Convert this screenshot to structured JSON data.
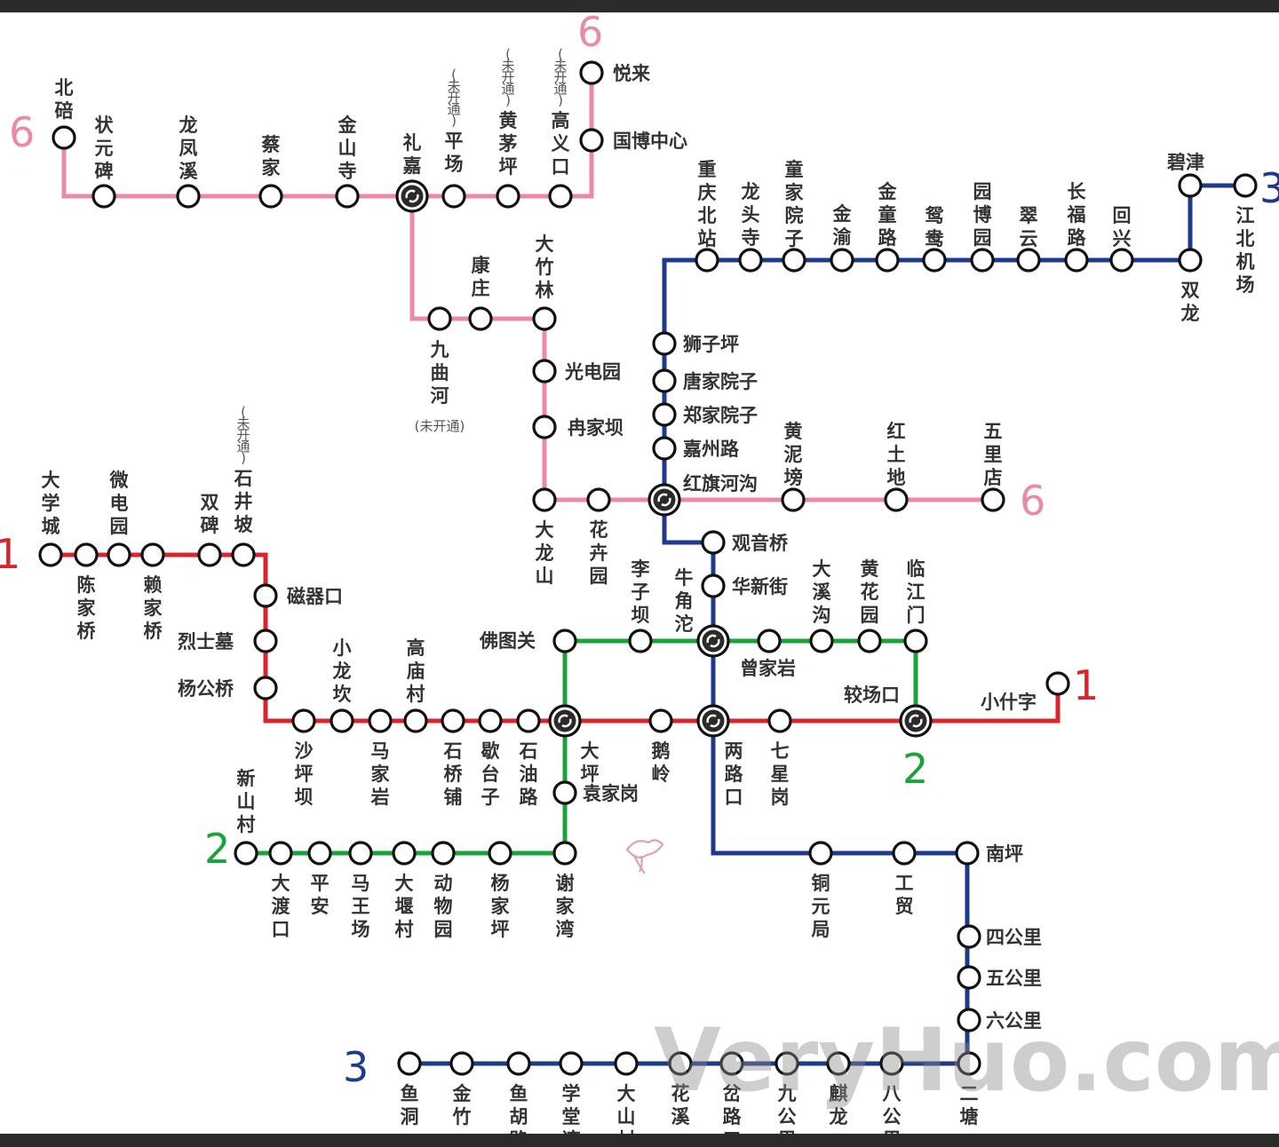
{
  "colors": {
    "line1": "#d9262d",
    "line2": "#1aa339",
    "line3": "#1e3a8c",
    "line6": "#ea8aa6"
  },
  "watermark": "VeryHuo.com",
  "logo_icon": "cloud-bird-icon",
  "line_badges": [
    {
      "id": "b6a",
      "text": "6",
      "line": "line6"
    },
    {
      "id": "b6b",
      "text": "6",
      "line": "line6"
    },
    {
      "id": "b6c",
      "text": "6",
      "line": "line6"
    },
    {
      "id": "b3a",
      "text": "3",
      "line": "line3"
    },
    {
      "id": "b3b",
      "text": "3",
      "line": "line3"
    },
    {
      "id": "b1a",
      "text": "1",
      "line": "line1"
    },
    {
      "id": "b1b",
      "text": "1",
      "line": "line1"
    },
    {
      "id": "b2a",
      "text": "2",
      "line": "line2"
    },
    {
      "id": "b2b",
      "text": "2",
      "line": "line2"
    }
  ],
  "notes": {
    "not_open": "(未开通)"
  },
  "stations": [
    {
      "id": "beibei",
      "name": "北碚"
    },
    {
      "id": "zhuangyuanbei",
      "name": "状元碑"
    },
    {
      "id": "longfengxi",
      "name": "龙凤溪"
    },
    {
      "id": "caijia",
      "name": "蔡家"
    },
    {
      "id": "jinshansi",
      "name": "金山寺"
    },
    {
      "id": "lijia",
      "name": "礼嘉"
    },
    {
      "id": "pingchang",
      "name": "平场",
      "note": "(未开通)"
    },
    {
      "id": "huangmaoping",
      "name": "黄茅坪",
      "note": "(未开通)"
    },
    {
      "id": "gaoyikou",
      "name": "高义口",
      "note": "(未开通)"
    },
    {
      "id": "guobozhongxin",
      "name": "国博中心"
    },
    {
      "id": "yuelai",
      "name": "悦来"
    },
    {
      "id": "jiuquhe",
      "name": "九曲河",
      "note": "(未开通)"
    },
    {
      "id": "kangzhuang",
      "name": "康庄"
    },
    {
      "id": "dazhulin",
      "name": "大竹林"
    },
    {
      "id": "guangdianyuan",
      "name": "光电园"
    },
    {
      "id": "ranjiaba",
      "name": "冉家坝"
    },
    {
      "id": "dalongshan",
      "name": "大龙山"
    },
    {
      "id": "huahuiyuan",
      "name": "花卉园"
    },
    {
      "id": "hongqihegou",
      "name": "红旗河沟"
    },
    {
      "id": "huangnibang",
      "name": "黄泥塝"
    },
    {
      "id": "hongtudi",
      "name": "红土地"
    },
    {
      "id": "wulidian",
      "name": "五里店"
    },
    {
      "id": "chongqingbeizhan",
      "name": "重庆北站"
    },
    {
      "id": "longtousi",
      "name": "龙头寺"
    },
    {
      "id": "tongjiayuanzi",
      "name": "童家院子"
    },
    {
      "id": "jinyu",
      "name": "金渝"
    },
    {
      "id": "jintonglu",
      "name": "金童路"
    },
    {
      "id": "yuanyang",
      "name": "鸳鸯"
    },
    {
      "id": "yuanboyuan",
      "name": "园博园"
    },
    {
      "id": "cuiyun",
      "name": "翠云"
    },
    {
      "id": "changfulu",
      "name": "长福路"
    },
    {
      "id": "huixing",
      "name": "回兴"
    },
    {
      "id": "shuanglong",
      "name": "双龙"
    },
    {
      "id": "bijin",
      "name": "碧津"
    },
    {
      "id": "jiangbeijichang",
      "name": "江北机场"
    },
    {
      "id": "shiziping",
      "name": "狮子坪"
    },
    {
      "id": "tangjiayuanzi",
      "name": "唐家院子"
    },
    {
      "id": "zhengjiayuanzi",
      "name": "郑家院子"
    },
    {
      "id": "jiazhoulu",
      "name": "嘉州路"
    },
    {
      "id": "guanyinqiao",
      "name": "观音桥"
    },
    {
      "id": "huaxinjie",
      "name": "华新街"
    },
    {
      "id": "niujiaotuo",
      "name": "牛角沱"
    },
    {
      "id": "lianglukou",
      "name": "两路口"
    },
    {
      "id": "tongyuanju",
      "name": "铜元局"
    },
    {
      "id": "gongmao",
      "name": "工贸"
    },
    {
      "id": "nanping",
      "name": "南坪"
    },
    {
      "id": "sigongli",
      "name": "四公里"
    },
    {
      "id": "wugongli",
      "name": "五公里"
    },
    {
      "id": "liugongli",
      "name": "六公里"
    },
    {
      "id": "ertang",
      "name": "二塘"
    },
    {
      "id": "bagongli",
      "name": "八公里"
    },
    {
      "id": "qilong",
      "name": "麒龙"
    },
    {
      "id": "jiugongli",
      "name": "九公里"
    },
    {
      "id": "kuailukou",
      "name": "岔路口"
    },
    {
      "id": "huaxi",
      "name": "花溪"
    },
    {
      "id": "dashancun",
      "name": "大山村"
    },
    {
      "id": "xuetangwan",
      "name": "学堂湾"
    },
    {
      "id": "yuhulu",
      "name": "鱼胡路"
    },
    {
      "id": "jinzhu",
      "name": "金竹"
    },
    {
      "id": "yudong",
      "name": "鱼洞"
    },
    {
      "id": "daxuecheng",
      "name": "大学城"
    },
    {
      "id": "chenjiaqiao",
      "name": "陈家桥"
    },
    {
      "id": "weidianyuan",
      "name": "微电园"
    },
    {
      "id": "laijiaqiao",
      "name": "赖家桥"
    },
    {
      "id": "shuangbei",
      "name": "双碑"
    },
    {
      "id": "shijingpo",
      "name": "石井坡",
      "note": "(未开通)"
    },
    {
      "id": "ciqikou",
      "name": "磁器口"
    },
    {
      "id": "lieshimu",
      "name": "烈士墓"
    },
    {
      "id": "yanggongqiao",
      "name": "杨公桥"
    },
    {
      "id": "shapingba",
      "name": "沙坪坝"
    },
    {
      "id": "xiaolongkan",
      "name": "小龙坎"
    },
    {
      "id": "majiayan",
      "name": "马家岩"
    },
    {
      "id": "gaomiaocun",
      "name": "高庙村"
    },
    {
      "id": "shiqiaopu",
      "name": "石桥铺"
    },
    {
      "id": "getaizi",
      "name": "歇台子"
    },
    {
      "id": "shiyoulu",
      "name": "石油路"
    },
    {
      "id": "daping",
      "name": "大坪"
    },
    {
      "id": "eling",
      "name": "鹅岭"
    },
    {
      "id": "qixinggang",
      "name": "七星岗"
    },
    {
      "id": "jiaochangkou",
      "name": "较场口"
    },
    {
      "id": "xiaoshizi",
      "name": "小什字"
    },
    {
      "id": "fotuguan",
      "name": "佛图关"
    },
    {
      "id": "liziba",
      "name": "李子坝"
    },
    {
      "id": "zengjiayan",
      "name": "曾家岩"
    },
    {
      "id": "daxigou",
      "name": "大溪沟"
    },
    {
      "id": "huanghuayuan",
      "name": "黄花园"
    },
    {
      "id": "linjiangmen",
      "name": "临江门"
    },
    {
      "id": "yuanjiagang",
      "name": "袁家岗"
    },
    {
      "id": "xiejiawan",
      "name": "谢家湾"
    },
    {
      "id": "yangjiaping",
      "name": "杨家坪"
    },
    {
      "id": "dongwuyuan",
      "name": "动物园"
    },
    {
      "id": "dayancun",
      "name": "大堰村"
    },
    {
      "id": "mawangchang",
      "name": "马王场"
    },
    {
      "id": "pingan",
      "name": "平安"
    },
    {
      "id": "dadukou",
      "name": "大渡口"
    },
    {
      "id": "xinshancun",
      "name": "新山村"
    }
  ]
}
